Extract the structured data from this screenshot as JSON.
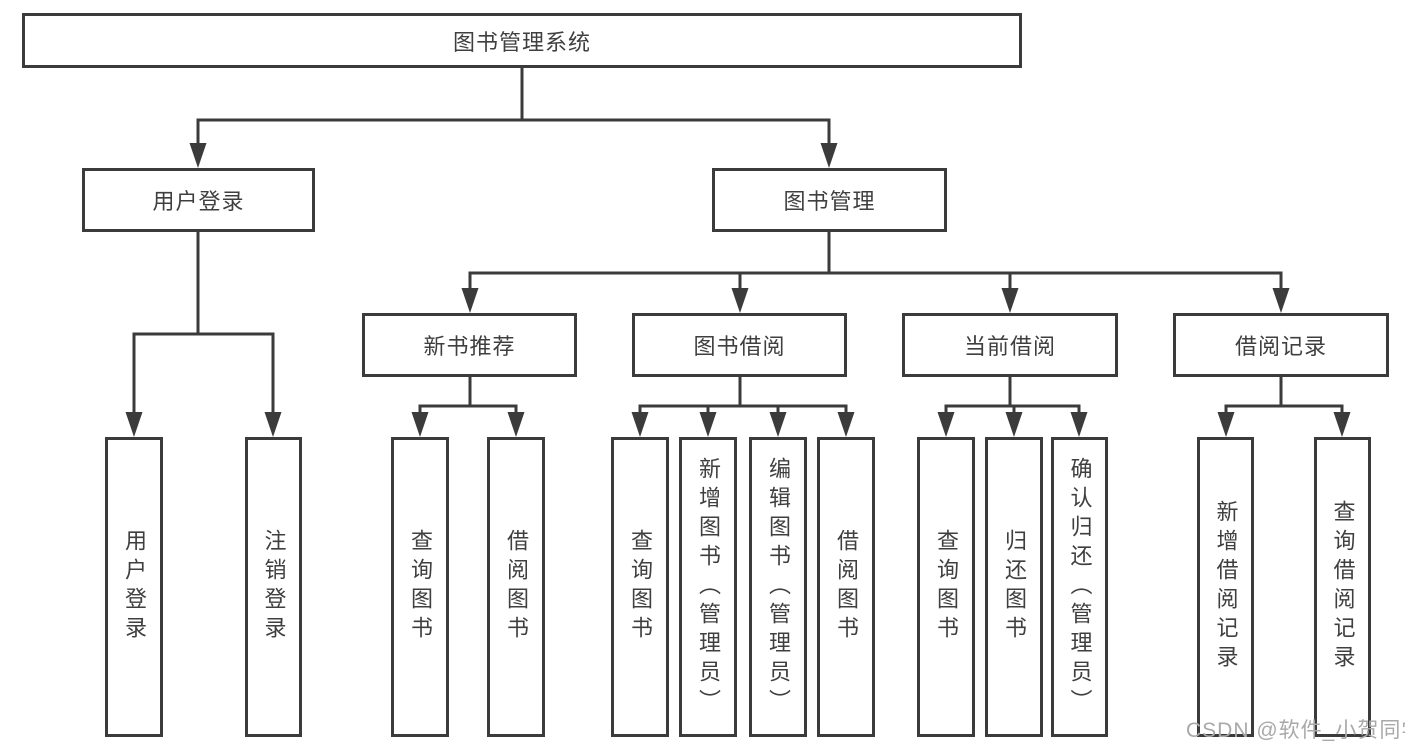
{
  "tree": {
    "root_label": "图书管理系统",
    "user_login": {
      "label": "用户登录",
      "children": [
        {
          "label": "用户登录"
        },
        {
          "label": "注销登录"
        }
      ]
    },
    "book_mgmt": {
      "label": "图书管理",
      "sections": {
        "new_books": {
          "label": "新书推荐",
          "children": [
            {
              "label": "查询图书"
            },
            {
              "label": "借阅图书"
            }
          ]
        },
        "book_borrow": {
          "label": "图书借阅",
          "children": [
            {
              "label": "查询图书"
            },
            {
              "label": "新增图书（管理员）"
            },
            {
              "label": "编辑图书（管理员）"
            },
            {
              "label": "借阅图书"
            }
          ]
        },
        "current_borrow": {
          "label": "当前借阅",
          "children": [
            {
              "label": "查询图书"
            },
            {
              "label": "归还图书"
            },
            {
              "label": "确认归还（管理员）"
            }
          ]
        },
        "borrow_records": {
          "label": "借阅记录",
          "children": [
            {
              "label": "新增借阅记录"
            },
            {
              "label": "查询借阅记录"
            }
          ]
        }
      }
    }
  },
  "watermark": {
    "text": "CSDN @软件_小贺同学"
  },
  "colors": {
    "line": "#3b3b3b",
    "text": "#3f3f3f",
    "watermark": "#a9a9a9",
    "background": "#ffffff"
  }
}
